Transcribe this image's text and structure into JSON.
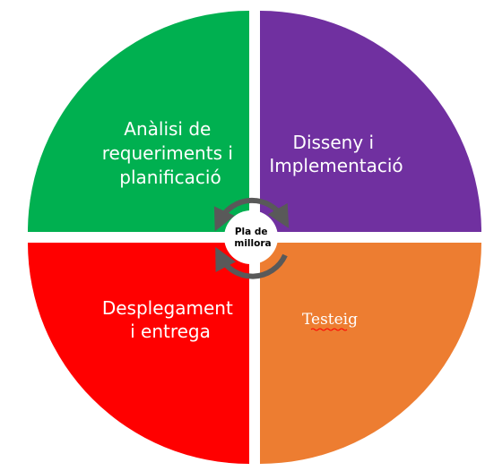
{
  "quadrants": {
    "top_left": {
      "lines": [
        "Anàlisi de",
        "requeriments i",
        "planificació"
      ],
      "color": "#00b050"
    },
    "top_right": {
      "lines": [
        "Disseny i",
        "Implementació"
      ],
      "color": "#7030a0"
    },
    "bottom_left": {
      "lines": [
        "Desplegament",
        "i entrega"
      ],
      "color": "#ff0000"
    },
    "bottom_right": {
      "lines": [
        "Testeig"
      ],
      "color": "#ed7d31"
    }
  },
  "center": {
    "lines": [
      "Pla de",
      "millora"
    ],
    "arrow_color": "#595959",
    "icon": "cycle-arrows-icon"
  }
}
